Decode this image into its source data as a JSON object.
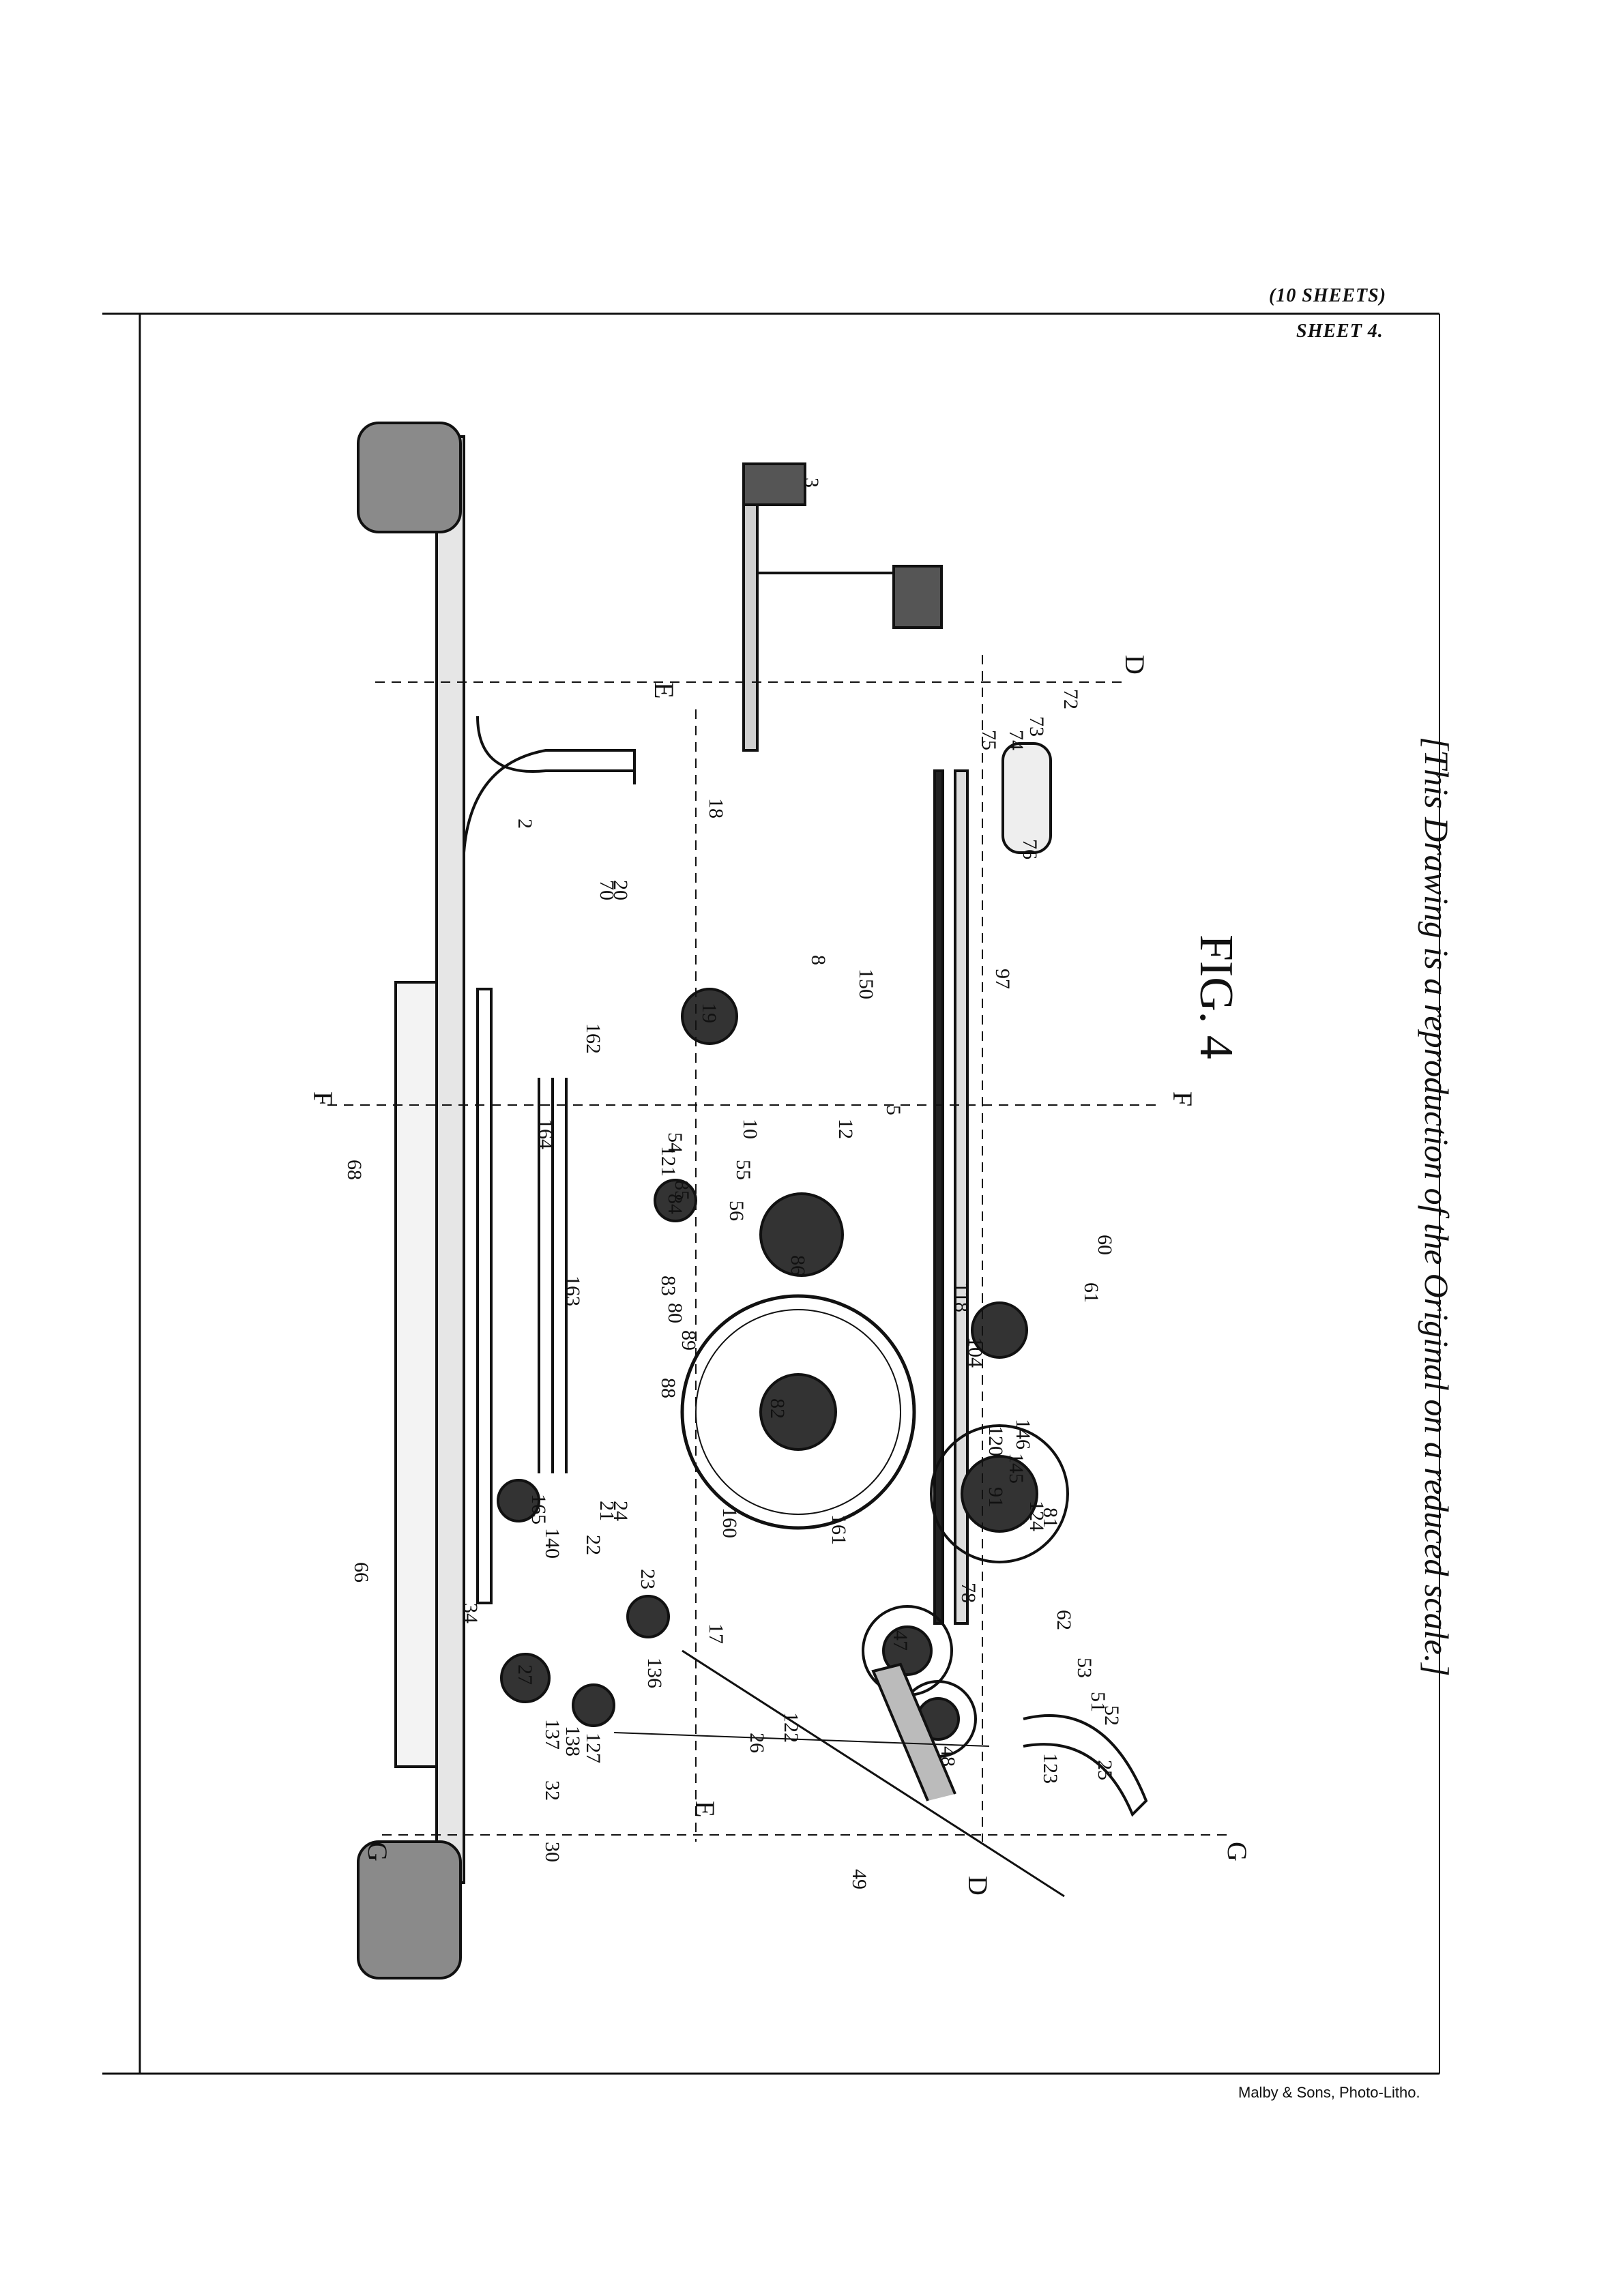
{
  "header": {
    "sheets": "(10 SHEETS)",
    "sheet": "SHEET 4."
  },
  "figure": {
    "title": "FIG. 4"
  },
  "note": "[This Drawing is a reproduction of the Original on a reduced scale.]",
  "credit": "Malby & Sons, Photo-Litho.",
  "section_marks": [
    "D",
    "E",
    "F",
    "G"
  ],
  "part_numbers": [
    "2",
    "3",
    "5",
    "8",
    "10",
    "12",
    "17",
    "18",
    "19",
    "20",
    "21",
    "22",
    "23",
    "24",
    "25",
    "26",
    "27",
    "30",
    "32",
    "34",
    "47",
    "48",
    "49",
    "51",
    "52",
    "53",
    "54",
    "55",
    "56",
    "60",
    "61",
    "62",
    "66",
    "68",
    "70",
    "72",
    "73",
    "74",
    "75",
    "76",
    "78",
    "80",
    "81",
    "82",
    "83",
    "84",
    "85",
    "86",
    "88",
    "89",
    "91",
    "97",
    "104",
    "118",
    "120",
    "121",
    "122",
    "123",
    "124",
    "127",
    "136",
    "137",
    "138",
    "140",
    "145",
    "146",
    "150",
    "160",
    "161",
    "162",
    "163",
    "164",
    "165"
  ]
}
